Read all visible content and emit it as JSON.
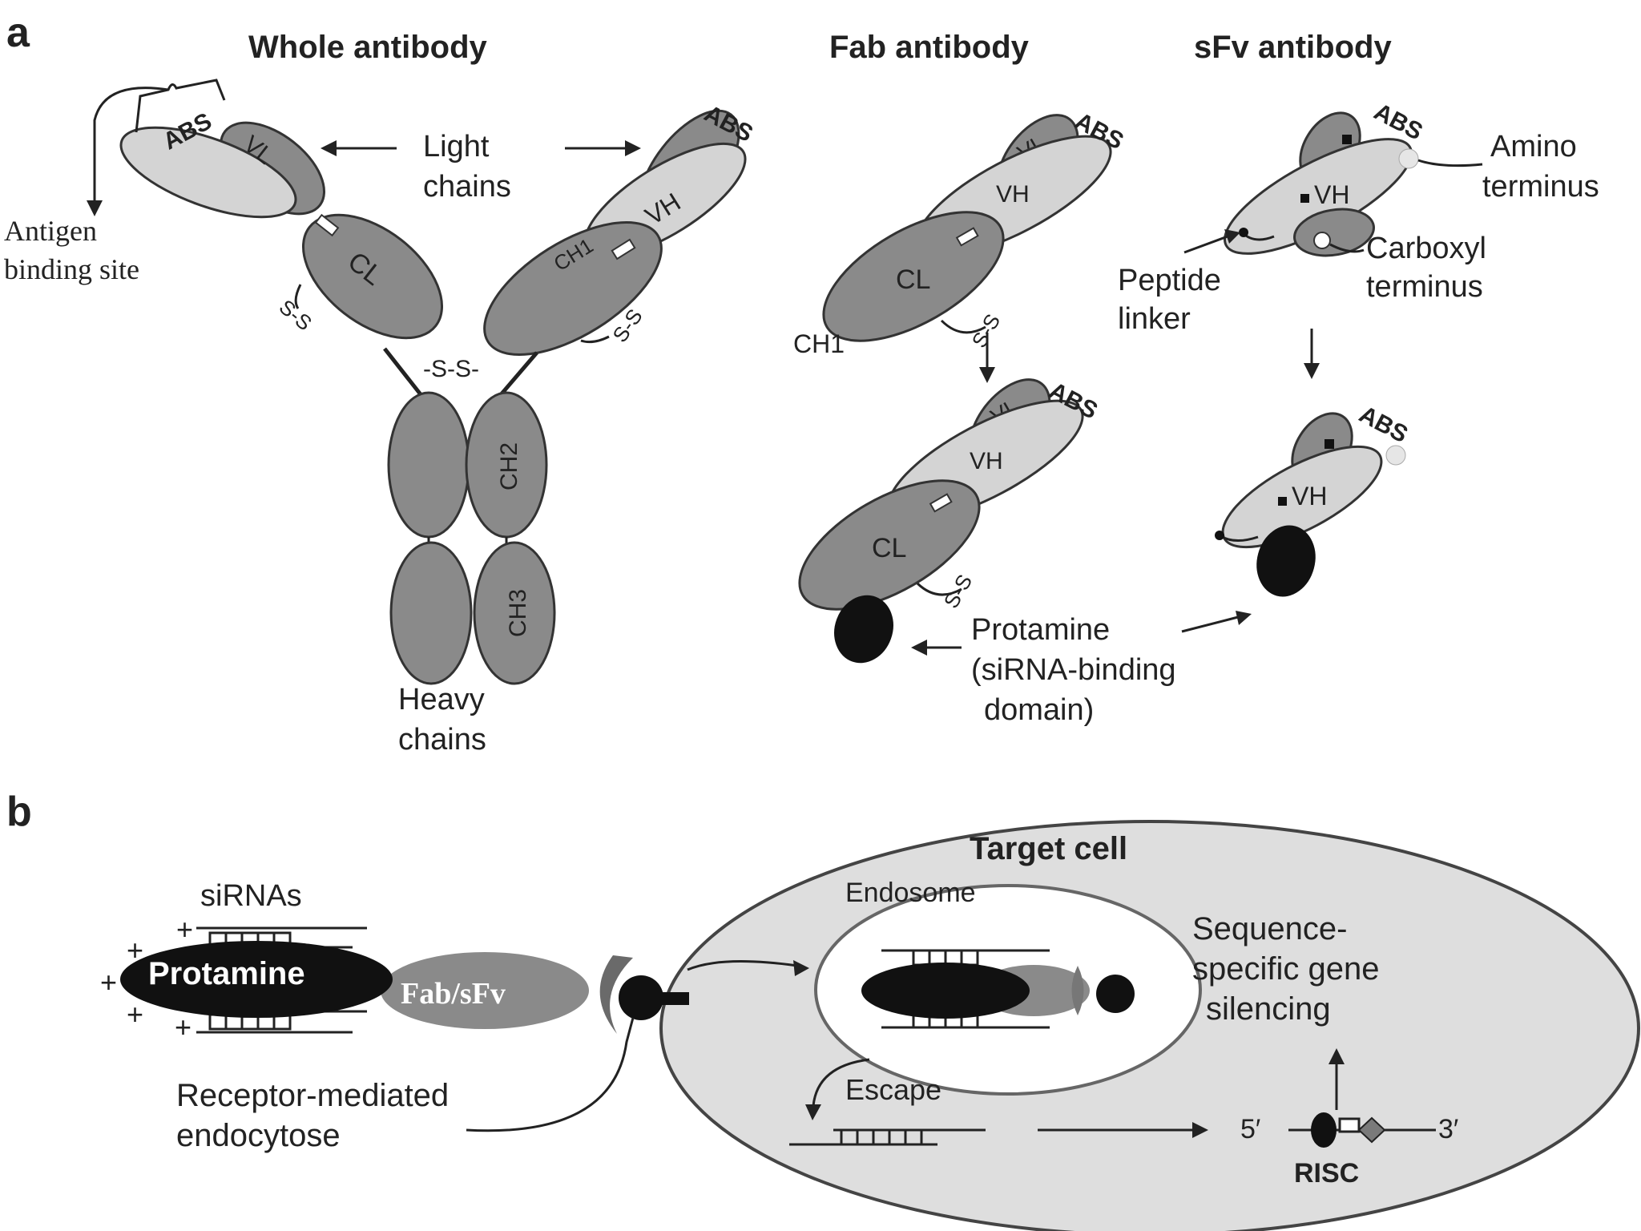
{
  "panel_a": {
    "letter": "a",
    "titles": {
      "whole": "Whole antibody",
      "fab": "Fab antibody",
      "sfv": "sFv antibody"
    },
    "labels": {
      "abs": "ABS",
      "vl": "VL",
      "vh": "VH",
      "cl": "CL",
      "ch1": "CH1",
      "ch2": "CH2",
      "ch3": "CH3",
      "ss": "S-S",
      "ss_hinge": "-S-S-",
      "light_chains_1": "Light",
      "light_chains_2": "chains",
      "heavy_chains_1": "Heavy",
      "heavy_chains_2": "chains",
      "antigen_1": "Antigen",
      "antigen_2": "binding site",
      "amino_1": "Amino",
      "amino_2": "terminus",
      "carboxyl_1": "Carboxyl",
      "carboxyl_2": "terminus",
      "peptide_1": "Peptide",
      "peptide_2": "linker",
      "protamine_1": "Protamine",
      "protamine_2": "(siRNA-binding",
      "protamine_3": "domain)"
    }
  },
  "panel_b": {
    "letter": "b",
    "labels": {
      "target_cell": "Target cell",
      "endosome": "Endosome",
      "sirnas": "siRNAs",
      "protamine": "Protamine",
      "fab_sfv": "Fab/sFv",
      "receptor_1": "Receptor-mediated",
      "receptor_2": "endocytose",
      "escape": "Escape",
      "sequence_1": "Sequence-",
      "sequence_2": "specific gene",
      "sequence_3": "silencing",
      "five_prime": "5′",
      "three_prime": "3′",
      "risc": "RISC",
      "plus": "+"
    }
  }
}
